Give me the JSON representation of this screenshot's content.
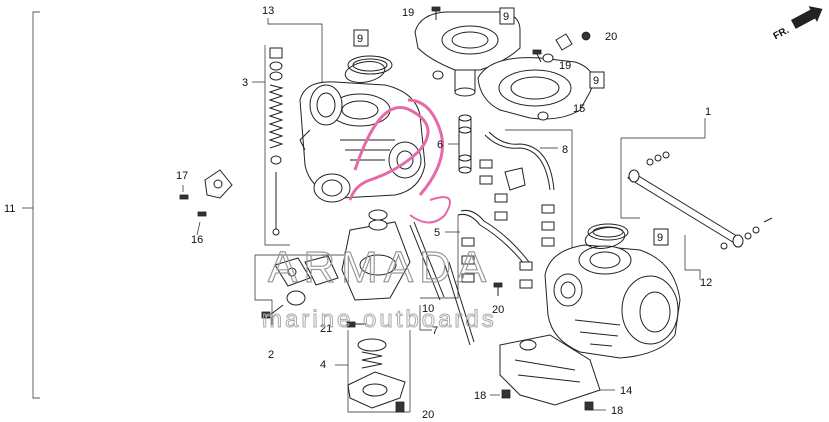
{
  "direction": {
    "label": "FR."
  },
  "callouts": [
    {
      "id": "c1",
      "text": "1"
    },
    {
      "id": "c2",
      "text": "2"
    },
    {
      "id": "c3",
      "text": "3"
    },
    {
      "id": "c4",
      "text": "4"
    },
    {
      "id": "c5",
      "text": "5"
    },
    {
      "id": "c6",
      "text": "6"
    },
    {
      "id": "c7",
      "text": "7"
    },
    {
      "id": "c8",
      "text": "8"
    },
    {
      "id": "c10",
      "text": "10"
    },
    {
      "id": "c11",
      "text": "11"
    },
    {
      "id": "c12",
      "text": "12"
    },
    {
      "id": "c13",
      "text": "13"
    },
    {
      "id": "c14",
      "text": "14"
    },
    {
      "id": "c15",
      "text": "15"
    },
    {
      "id": "c16",
      "text": "16"
    },
    {
      "id": "c17",
      "text": "17"
    },
    {
      "id": "c18a",
      "text": "18"
    },
    {
      "id": "c18b",
      "text": "18"
    },
    {
      "id": "c19a",
      "text": "19"
    },
    {
      "id": "c19b",
      "text": "19"
    },
    {
      "id": "c20a",
      "text": "20"
    },
    {
      "id": "c20b",
      "text": "20"
    },
    {
      "id": "c20c",
      "text": "20"
    },
    {
      "id": "c21",
      "text": "21"
    }
  ],
  "boxed_refs": [
    {
      "id": "b1",
      "text": "9"
    },
    {
      "id": "b2",
      "text": "9"
    },
    {
      "id": "b3",
      "text": "9"
    },
    {
      "id": "b4",
      "text": "9"
    }
  ],
  "watermark": {
    "brand": "ARMADA",
    "tagline": "marine outboards"
  },
  "colors": {
    "line": "#222222",
    "watermark_gray": "#9a9a9a",
    "logo_pink": "#e46aa8"
  }
}
